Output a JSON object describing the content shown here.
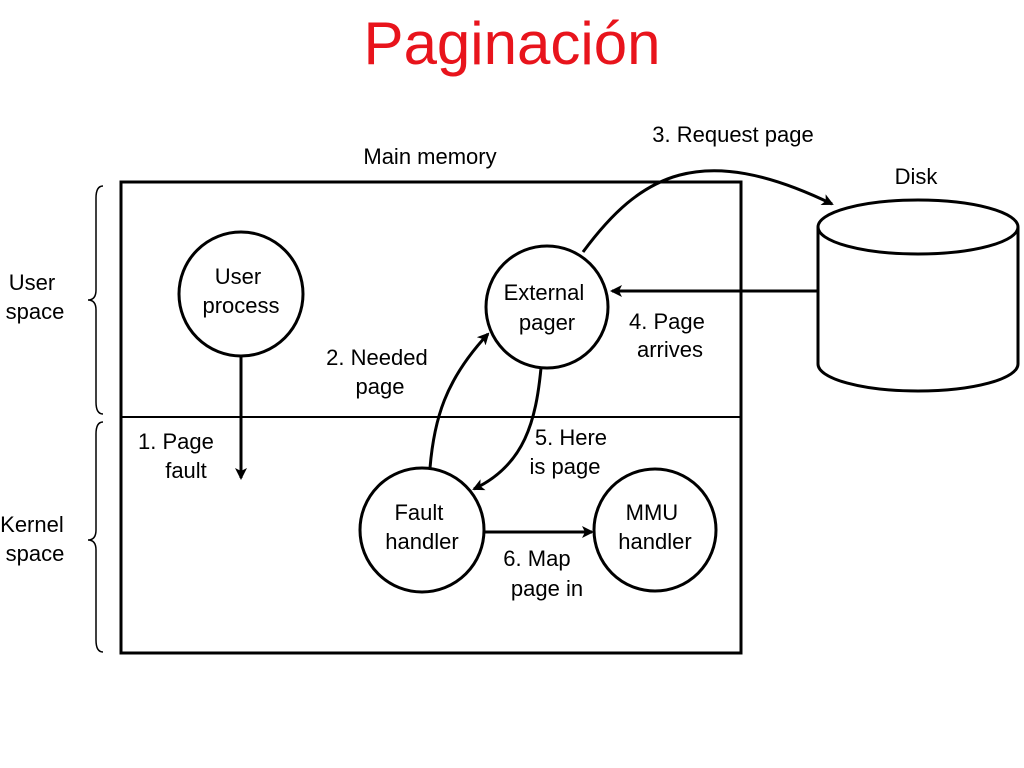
{
  "slide": {
    "title": "Paginación",
    "title_color": "#e8141c"
  },
  "diagram": {
    "main_memory_label": "Main memory",
    "disk_label": "Disk",
    "user_space": [
      "User",
      "space"
    ],
    "kernel_space": [
      "Kernel",
      "space"
    ],
    "nodes": {
      "user_process": [
        "User",
        "process"
      ],
      "external_pager": [
        "External",
        "pager"
      ],
      "fault_handler": [
        "Fault",
        "handler"
      ],
      "mmu_handler": [
        "MMU",
        "handler"
      ]
    },
    "steps": {
      "page_fault": [
        "1. Page",
        "fault"
      ],
      "needed_page": [
        "2. Needed",
        "page"
      ],
      "request_page": "3. Request page",
      "page_arrives": [
        "4. Page",
        "arrives"
      ],
      "here_is_page": [
        "5. Here",
        "is page"
      ],
      "map_page_in": [
        "6. Map",
        "page in"
      ]
    },
    "colors": {
      "line": "#000000",
      "fill": "#ffffff"
    }
  }
}
